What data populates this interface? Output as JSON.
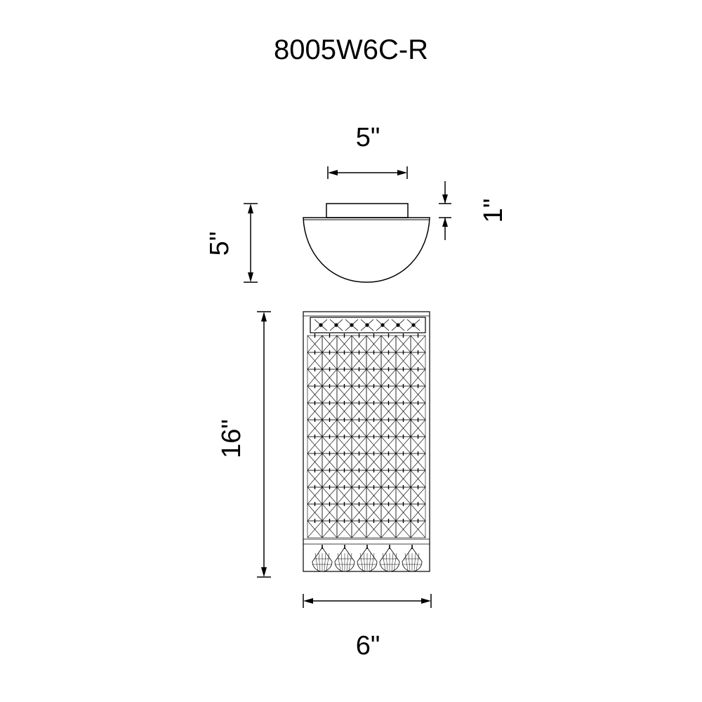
{
  "title": "8005W6C-R",
  "dimensions": {
    "top_width": "5\"",
    "top_height": "1\"",
    "side_height": "5\"",
    "body_height": "16\"",
    "body_width": "6\""
  },
  "colors": {
    "line": "#000000",
    "background": "#ffffff"
  },
  "drawing": {
    "pendant_count": 5,
    "grid_columns": 8,
    "grid_rows": 12
  }
}
